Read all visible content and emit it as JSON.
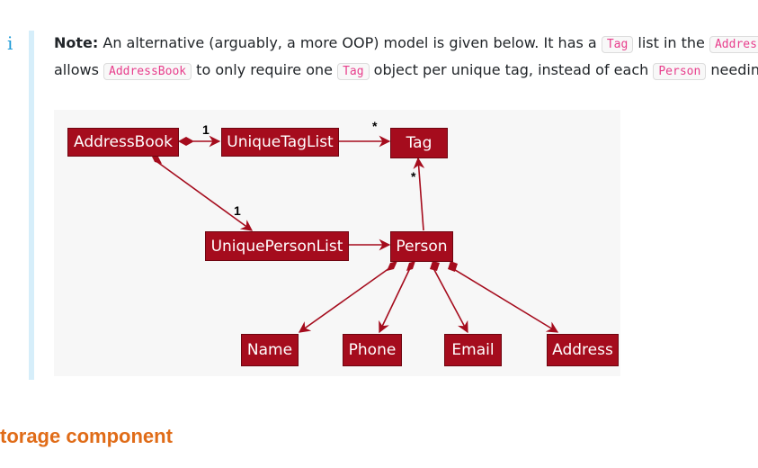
{
  "note": {
    "icon": "i",
    "label": "Note:",
    "line1_text1": " An alternative (arguably, a more OOP) model is given below. It has a ",
    "line1_code1": "Tag",
    "line1_text2": " list in the ",
    "line1_code2": "AddressBook",
    "line2_text1": "allows ",
    "line2_code1": "AddressBook",
    "line2_text2": " to only require one ",
    "line2_code2": "Tag",
    "line2_text3": " object per unique tag, instead of each ",
    "line2_code3": "Person",
    "line2_text4": " needing"
  },
  "diagram": {
    "boxes": {
      "address_book": "AddressBook",
      "unique_tag_list": "UniqueTagList",
      "tag": "Tag",
      "unique_person_list": "UniquePersonList",
      "person": "Person",
      "name": "Name",
      "phone": "Phone",
      "email": "Email",
      "address": "Address"
    },
    "multiplicities": {
      "ab_to_tag_list": "1",
      "tag_list_to_tag": "*",
      "person_to_tag": "*",
      "ab_to_person_list": "1"
    },
    "colors": {
      "box_fill": "#a50c1d",
      "line": "#a50c1d"
    }
  },
  "section_heading": "torage component"
}
